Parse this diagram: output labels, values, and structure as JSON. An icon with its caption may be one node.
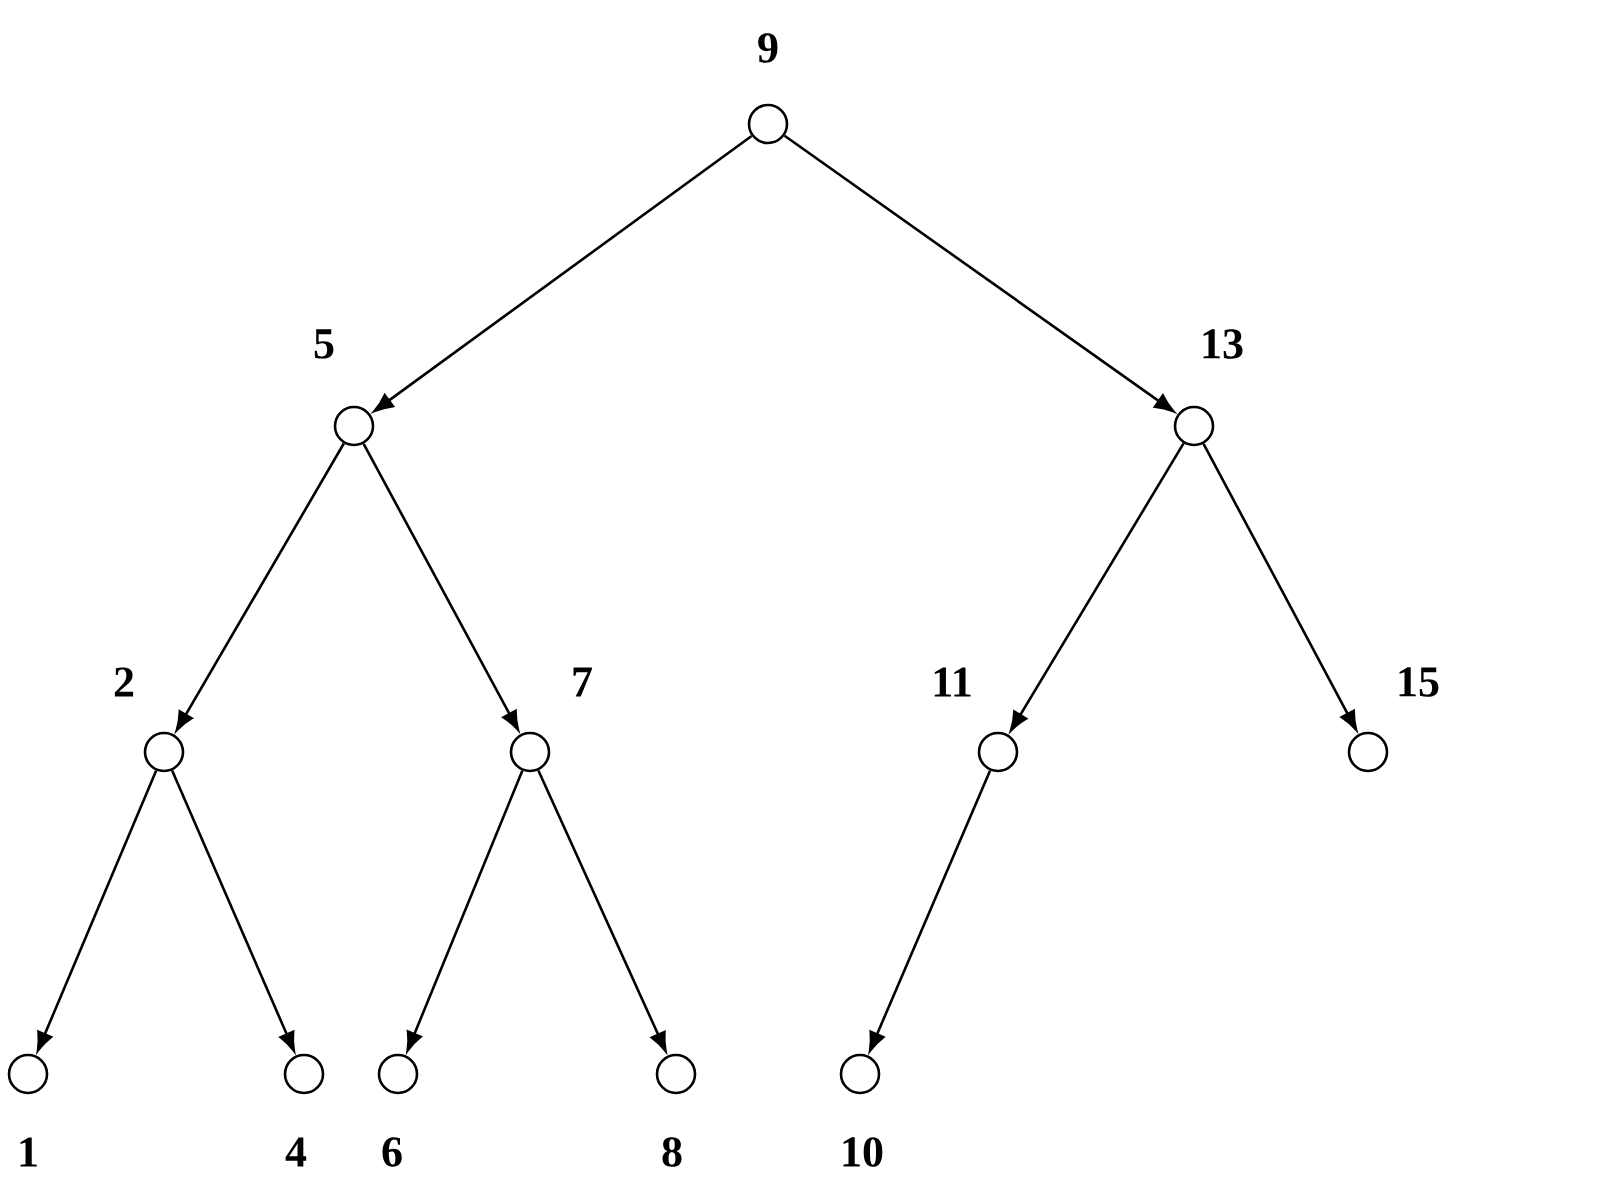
{
  "diagram": {
    "nodes": [
      {
        "text": [
          "9"
        ]
      },
      {
        "text": [
          "5"
        ]
      },
      {
        "text": [
          "13"
        ]
      },
      {
        "text": [
          "2"
        ]
      },
      {
        "text": [
          "7"
        ]
      },
      {
        "text": [
          "11"
        ]
      },
      {
        "text": [
          "15"
        ]
      },
      {
        "text": [
          "1"
        ]
      },
      {
        "text": [
          "4"
        ]
      },
      {
        "text": [
          "6"
        ]
      },
      {
        "text": [
          "8"
        ]
      },
      {
        "text": [
          "10"
        ]
      }
    ],
    "edges": [
      {
        "from": 0,
        "to": 1,
        "arrow": "to"
      },
      {
        "from": 0,
        "to": 2,
        "arrow": "to"
      },
      {
        "from": 1,
        "to": 3,
        "arrow": "to"
      },
      {
        "from": 1,
        "to": 4,
        "arrow": "to"
      },
      {
        "from": 2,
        "to": 5,
        "arrow": "to"
      },
      {
        "from": 2,
        "to": 6,
        "arrow": "to"
      },
      {
        "from": 3,
        "to": 7,
        "arrow": "to"
      },
      {
        "from": 3,
        "to": 8,
        "arrow": "to"
      },
      {
        "from": 4,
        "to": 9,
        "arrow": "to"
      },
      {
        "from": 4,
        "to": 10,
        "arrow": "to"
      },
      {
        "from": 5,
        "to": 11,
        "arrow": "to"
      }
    ]
  }
}
